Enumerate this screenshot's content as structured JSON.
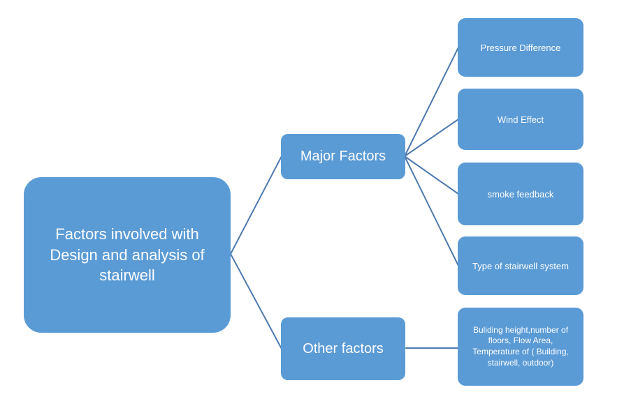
{
  "diagram": {
    "type": "hierarchy",
    "root": {
      "label": "Factors involved with Design and analysis of stairwell"
    },
    "branches": [
      {
        "label": "Major Factors",
        "children": [
          {
            "label": "Pressure Difference"
          },
          {
            "label": "Wind Effect"
          },
          {
            "label": "smoke feedback"
          },
          {
            "label": "Type of stairwell system"
          }
        ]
      },
      {
        "label": "Other factors",
        "children": [
          {
            "label": "Buliding height,number of floors, Flow Area, Temperature of ( Building, stairwell, outdoor)"
          }
        ]
      }
    ],
    "colors": {
      "node_fill": "#5b9bd5",
      "node_text": "#fdfeff",
      "connector": "#4e79ad",
      "background": "#ffffff"
    }
  }
}
